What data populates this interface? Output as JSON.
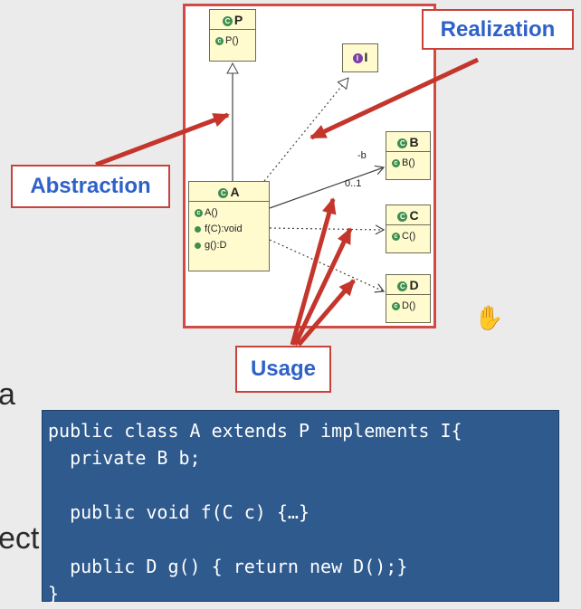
{
  "left_edge_fragments": [
    "a",
    "ect"
  ],
  "classes": {
    "P": {
      "name": "P",
      "ops": [
        "P()"
      ]
    },
    "I": {
      "name": "I",
      "ops": []
    },
    "A": {
      "name": "A",
      "ops": [
        "A()",
        "f(C):void",
        "g():D"
      ]
    },
    "B": {
      "name": "B",
      "ops": [
        "B()"
      ]
    },
    "C": {
      "name": "C",
      "ops": [
        "C()"
      ]
    },
    "D": {
      "name": "D",
      "ops": [
        "D()"
      ]
    }
  },
  "association": {
    "role": "-b",
    "multiplicity": "0..1"
  },
  "labels": {
    "abstraction": "Abstraction",
    "realization": "Realization",
    "usage": "Usage"
  },
  "code_lines": [
    "public class A extends P implements I{",
    "  private B b;",
    "",
    "  public void f(C c) {…}",
    "",
    "  public D g() { return new D();}",
    "}"
  ],
  "colors": {
    "frame": "#d24a44",
    "label_text": "#2e61c9",
    "arrow": "#c4352c",
    "class_fill": "#fffbcf",
    "code_bg": "#2f5a8e"
  },
  "icons": {
    "cursor": "grab-hand-icon"
  }
}
